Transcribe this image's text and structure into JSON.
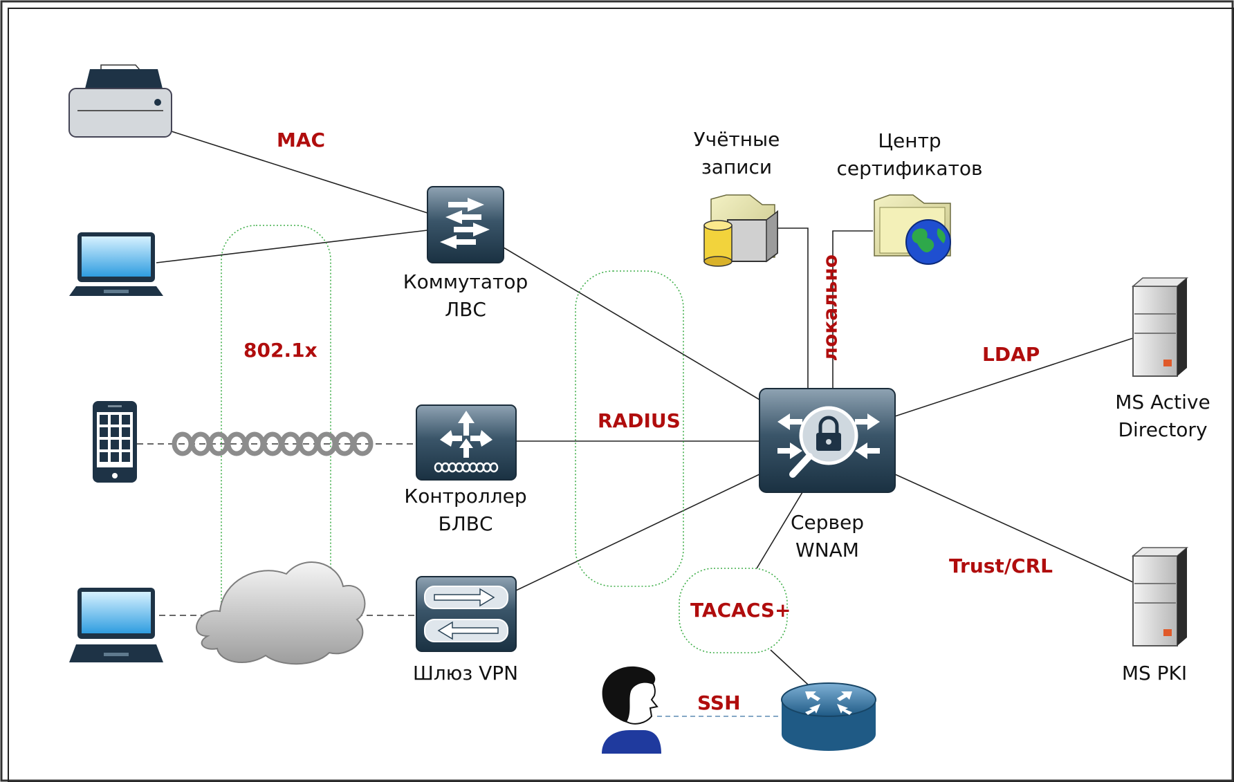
{
  "devices": {
    "switch_label": [
      "Коммутатор",
      "ЛВС"
    ],
    "wlc_label": [
      "Контроллер",
      "БЛВС"
    ],
    "vpn_label": "Шлюз VPN",
    "server_label": [
      "Сервер",
      "WNAM"
    ],
    "accounts_label": [
      "Учётные",
      "записи"
    ],
    "ca_label": [
      "Центр",
      "сертификатов"
    ],
    "ad_label": [
      "MS Active",
      "Directory"
    ],
    "pki_label": "MS PKI"
  },
  "protocols": {
    "mac": "MAC",
    "dot1x": "802.1x",
    "radius": "RADIUS",
    "ldap": "LDAP",
    "trust_crl": "Trust/CRL",
    "tacacs": "TACACS+",
    "ssh": "SSH",
    "local": "локально"
  },
  "colors": {
    "protocol_text": "#b00d0d",
    "cisco_dark": "#1e3a4f",
    "zone_outline": "#3fae49"
  }
}
